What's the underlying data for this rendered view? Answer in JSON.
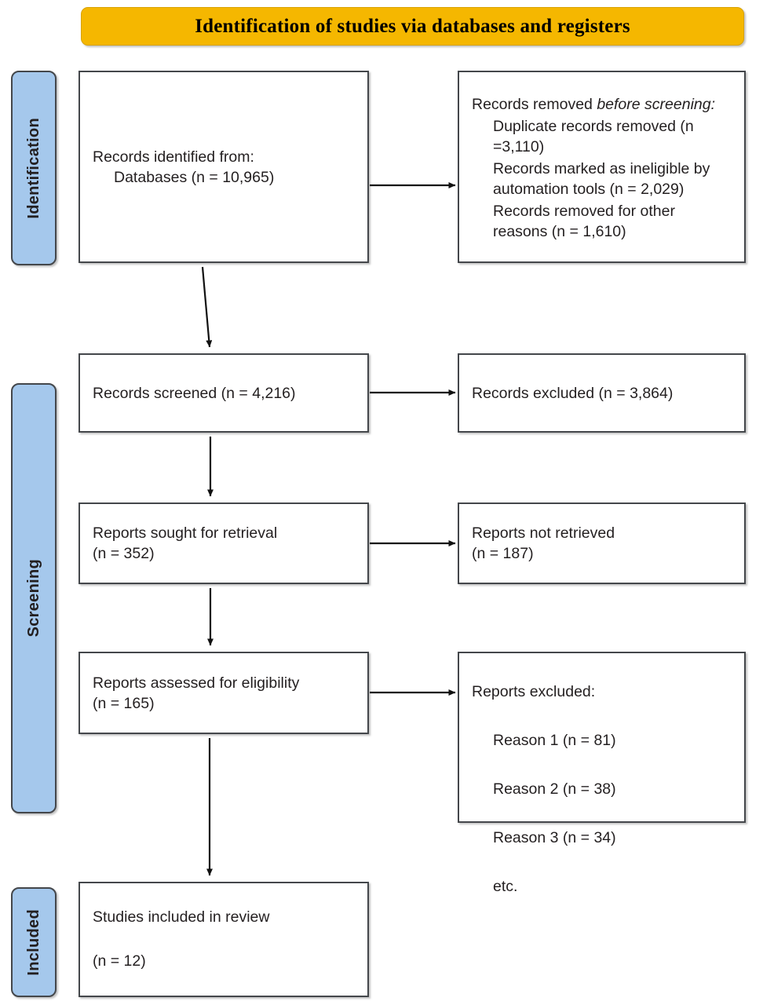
{
  "banner": {
    "title": "Identification of studies via databases and registers",
    "color": "#F5B700"
  },
  "phases": {
    "identification": "Identification",
    "screening": "Screening",
    "included": "Included",
    "color": "#A5C8EC"
  },
  "boxes": {
    "identified": {
      "line1": "Records identified from:",
      "line2": "Databases (n = 10,965)"
    },
    "removed": {
      "line1_a": "Records removed ",
      "line1_b": "before screening",
      "line1_c": ":",
      "line2": "Duplicate records removed (n =3,110)",
      "line3": "Records marked as ineligible by automation tools (n = 2,029)",
      "line4": "Records removed for other reasons (n = 1,610)"
    },
    "screened": {
      "line1": "Records screened (n = 4,216)"
    },
    "excluded": {
      "line1": "Records excluded (n = 3,864)"
    },
    "sought": {
      "line1": "Reports sought for retrieval",
      "line2": "(n = 352)"
    },
    "not_retrieved": {
      "line1": "Reports not retrieved",
      "line2": "(n = 187)"
    },
    "assessed": {
      "line1": "Reports assessed for eligibility",
      "line2": "(n = 165)"
    },
    "reports_excluded": {
      "line1": "Reports excluded:",
      "line2": "Reason 1 (n = 81)",
      "line3": "Reason 2 (n = 38)",
      "line4": "Reason 3 (n = 34)",
      "line5": "etc."
    },
    "included_studies": {
      "line1": "Studies included in review",
      "line2": "(n = 12)"
    }
  },
  "chart_data": {
    "type": "diagram",
    "title": "Identification of studies via databases and registers",
    "diagram_kind": "PRISMA 2020 flow diagram",
    "phases": [
      "Identification",
      "Screening",
      "Included"
    ],
    "nodes": [
      {
        "id": "identified",
        "phase": "Identification",
        "label": "Records identified from: Databases",
        "n": 10965
      },
      {
        "id": "removed",
        "phase": "Identification",
        "label": "Records removed before screening",
        "components": [
          {
            "label": "Duplicate records removed",
            "n": 3110
          },
          {
            "label": "Records marked as ineligible by automation tools",
            "n": 2029
          },
          {
            "label": "Records removed for other reasons",
            "n": 1610
          }
        ]
      },
      {
        "id": "screened",
        "phase": "Screening",
        "label": "Records screened",
        "n": 4216
      },
      {
        "id": "excluded",
        "phase": "Screening",
        "label": "Records excluded",
        "n": 3864
      },
      {
        "id": "sought",
        "phase": "Screening",
        "label": "Reports sought for retrieval",
        "n": 352
      },
      {
        "id": "not_retrieved",
        "phase": "Screening",
        "label": "Reports not retrieved",
        "n": 187
      },
      {
        "id": "assessed",
        "phase": "Screening",
        "label": "Reports assessed for eligibility",
        "n": 165
      },
      {
        "id": "reports_excluded",
        "phase": "Screening",
        "label": "Reports excluded",
        "components": [
          {
            "label": "Reason 1",
            "n": 81
          },
          {
            "label": "Reason 2",
            "n": 38
          },
          {
            "label": "Reason 3",
            "n": 34
          },
          {
            "label": "etc.",
            "n": null
          }
        ]
      },
      {
        "id": "included_studies",
        "phase": "Included",
        "label": "Studies included in review",
        "n": 12
      }
    ],
    "edges": [
      {
        "from": "identified",
        "to": "removed",
        "direction": "right"
      },
      {
        "from": "identified",
        "to": "screened",
        "direction": "down"
      },
      {
        "from": "screened",
        "to": "excluded",
        "direction": "right"
      },
      {
        "from": "screened",
        "to": "sought",
        "direction": "down"
      },
      {
        "from": "sought",
        "to": "not_retrieved",
        "direction": "right"
      },
      {
        "from": "sought",
        "to": "assessed",
        "direction": "down"
      },
      {
        "from": "assessed",
        "to": "reports_excluded",
        "direction": "right"
      },
      {
        "from": "assessed",
        "to": "included_studies",
        "direction": "down"
      }
    ]
  }
}
